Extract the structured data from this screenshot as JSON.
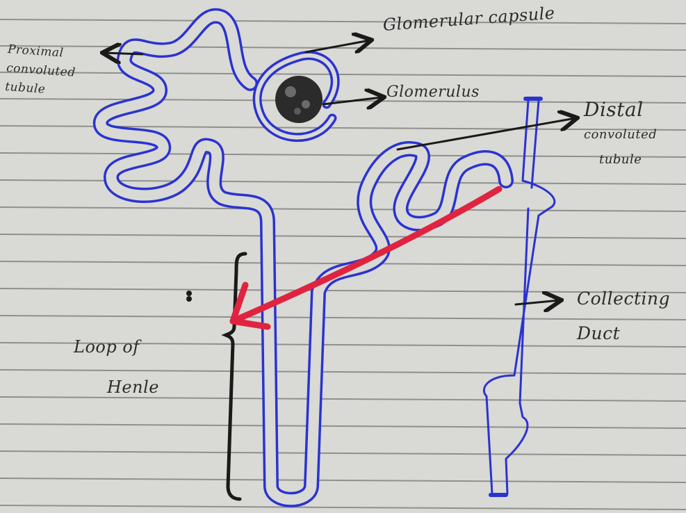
{
  "diagram": {
    "labels": {
      "proximal_tubule": [
        "Proximal",
        "convoluted",
        "tubule"
      ],
      "glomerular_capsule": "Glomerular capsule",
      "glomerulus": "Glomerulus",
      "distal_tubule": [
        "Distal",
        "convoluted",
        "tubule"
      ],
      "collecting_duct": [
        "Collecting",
        "Duct"
      ],
      "loop_of_henle": [
        "Loop of",
        "Henle"
      ]
    },
    "colors": {
      "paper": "#d9d9d6",
      "ruled_line": "#8f8f8c",
      "tubule_ink": "#2a33d0",
      "label_ink": "#1a1a1a",
      "correction_stroke": "#e0243f"
    }
  }
}
